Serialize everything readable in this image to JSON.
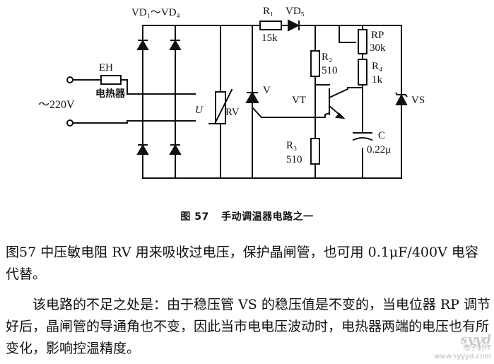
{
  "figure": {
    "labels": {
      "vd1_vd4": "VD₁～VD₄",
      "r1": "R₁",
      "r1_value": "15k",
      "vd5": "VD₅",
      "rp": "RP",
      "rp_value": "30k",
      "r2": "R₂",
      "r2_value": "510",
      "r4": "R₄",
      "r4_value": "1k",
      "eh": "EH",
      "heater": "电热器",
      "mains": "～220V",
      "u": "U",
      "rv": "RV",
      "v": "V",
      "vt": "VT",
      "vs": "VS",
      "r3": "R₃",
      "r3_value": "510",
      "c": "C",
      "c_value": "0.22μ"
    },
    "caption_number": "图 57",
    "caption_title": "手动调温器电路之一"
  },
  "text": {
    "paragraph1": "图57 中压敏电阻 RV 用来吸收过电压，保护晶闸管，也可用 0.1μF/400V 电容代替。",
    "paragraph2": "该电路的不足之处是：由于稳压管 VS 的稳压值是不变的，当电位器 RP 调节好后，晶闸管的导通角也不变，因此当市电电压波动时，电热器两端的电压也有所变化，影响控温精度。"
  },
  "watermark": {
    "logo": "syyd",
    "line1": "电子制作",
    "line2": "www.syyyd.com"
  }
}
